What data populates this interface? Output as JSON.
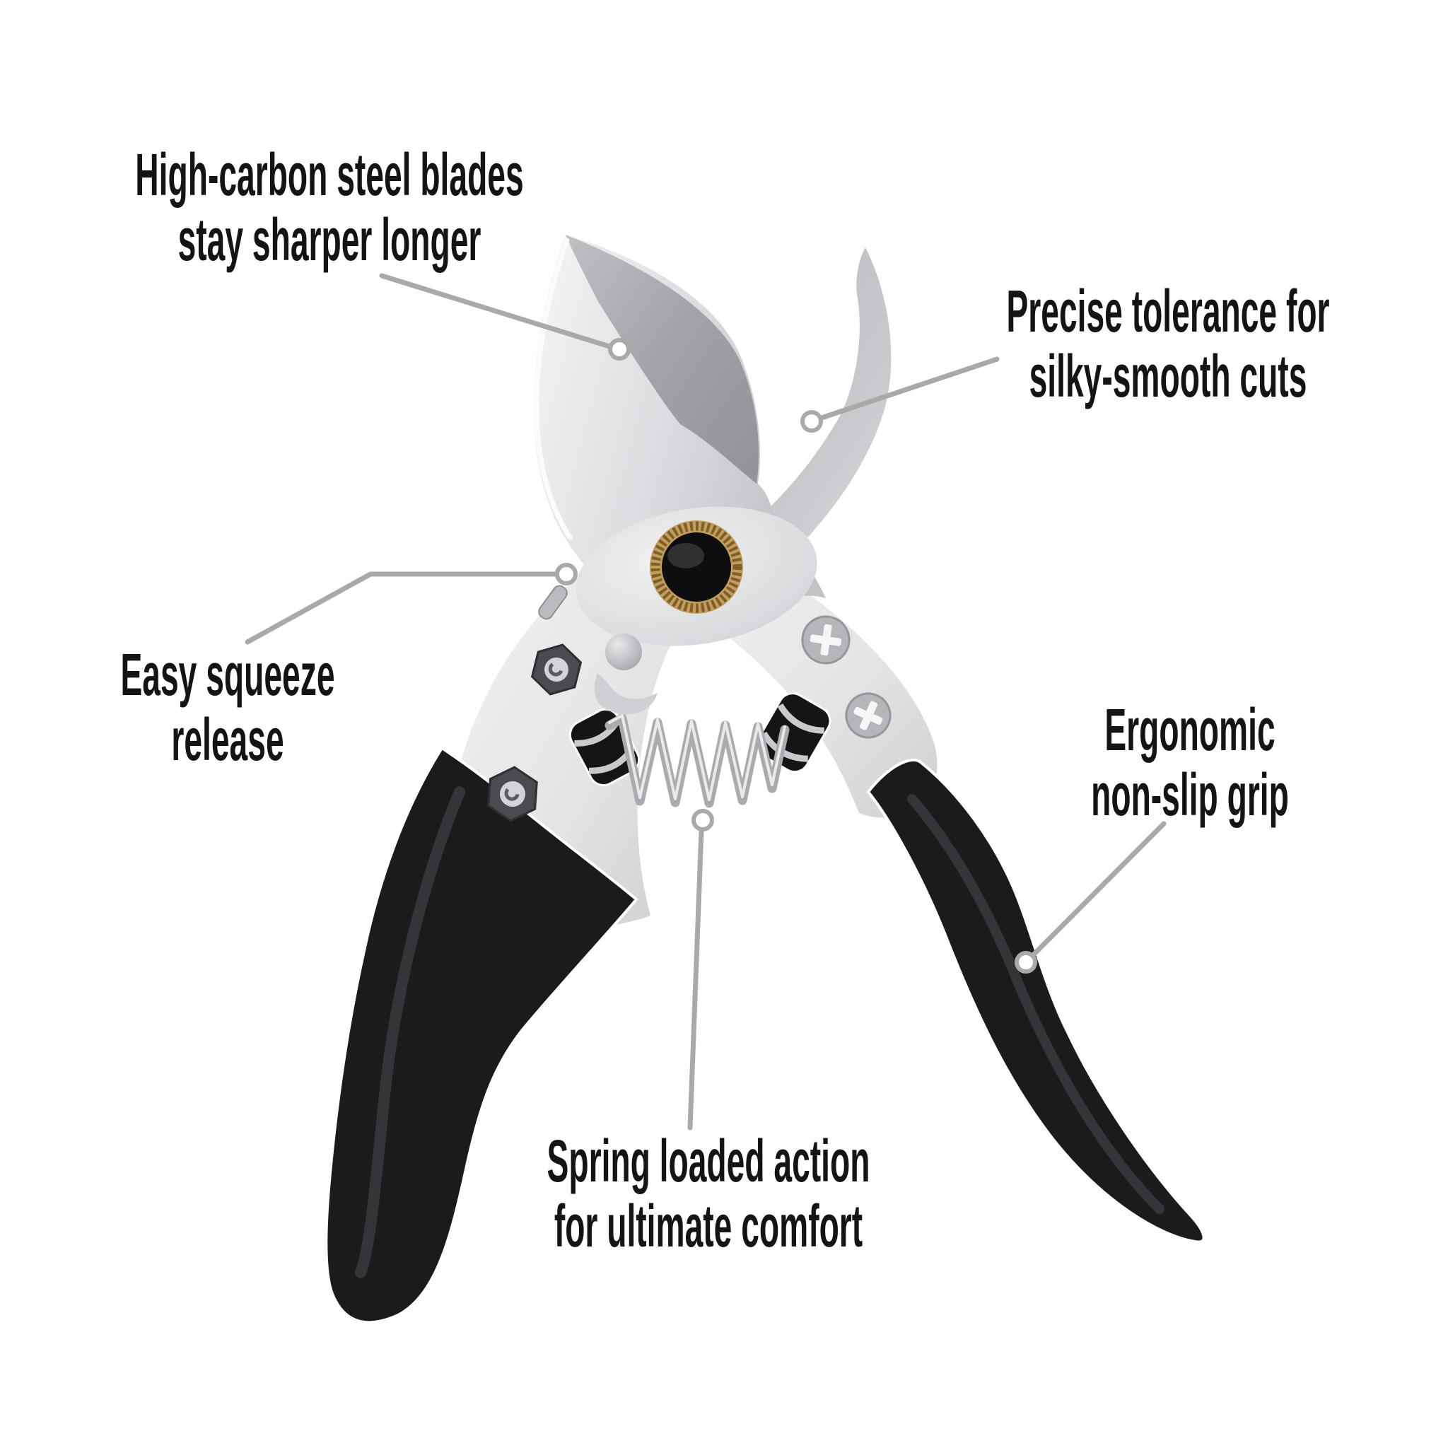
{
  "page": {
    "background": "#ffffff",
    "subject": "Bypass pruning shears feature infographic"
  },
  "callouts": {
    "blades": {
      "line1": "High-carbon steel blades",
      "line2": "stay sharper longer"
    },
    "tolerance": {
      "line1": "Precise tolerance for",
      "line2": "silky-smooth cuts"
    },
    "release": {
      "line1": "Easy squeeze",
      "line2": "release"
    },
    "grip": {
      "line1": "Ergonomic",
      "line2": "non-slip grip"
    },
    "spring": {
      "line1": "Spring loaded action",
      "line2": "for ultimate comfort"
    }
  },
  "colors": {
    "text": "#141414",
    "leader_line": "#a9a9a9",
    "leader_ring_fill": "#ffffff",
    "grip_black": "#1a1b1d",
    "steel_light": "#f1f2f3",
    "steel_mid": "#c7c8cb",
    "steel_dark": "#97999d",
    "brass": "#c49e58",
    "pivot_bolt": "#0d0e10",
    "background": "#ffffff"
  }
}
